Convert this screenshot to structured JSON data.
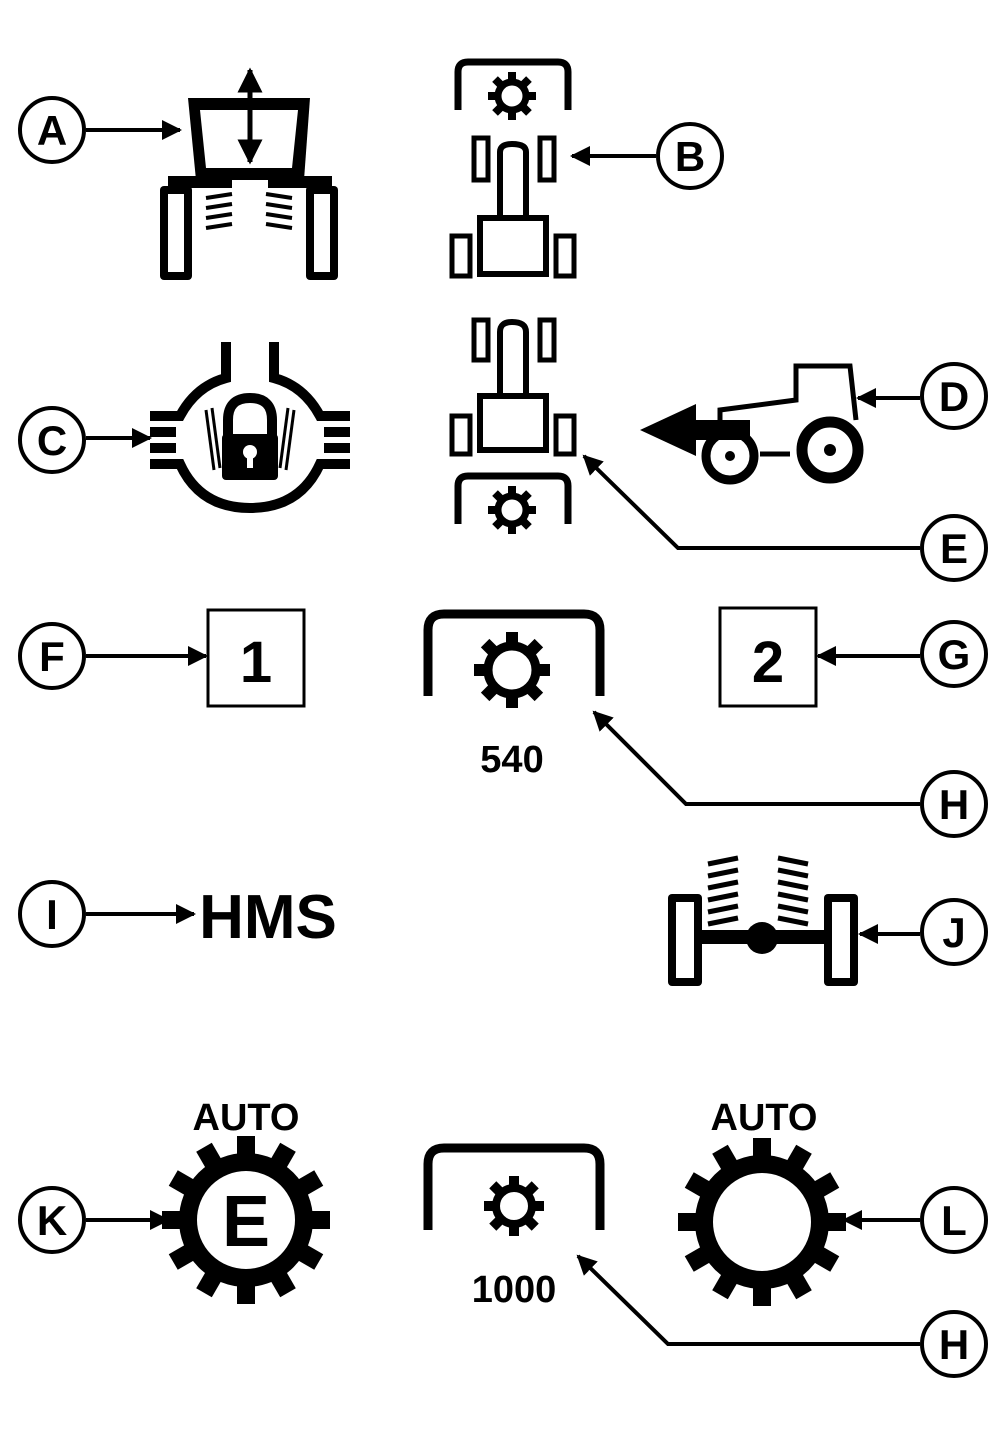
{
  "callouts": {
    "a": "A",
    "b": "B",
    "c": "C",
    "d": "D",
    "e": "E",
    "f": "F",
    "g": "G",
    "h1": "H",
    "i": "I",
    "j": "J",
    "k": "K",
    "l": "L",
    "h2": "H"
  },
  "symbols": {
    "box1": "1",
    "box2": "2",
    "pto_540": "540",
    "pto_1000": "1000",
    "hms": "HMS",
    "auto_k": "AUTO",
    "auto_k_letter": "E",
    "auto_l": "AUTO"
  },
  "colors": {
    "ink": "#000000",
    "paper": "#ffffff"
  }
}
